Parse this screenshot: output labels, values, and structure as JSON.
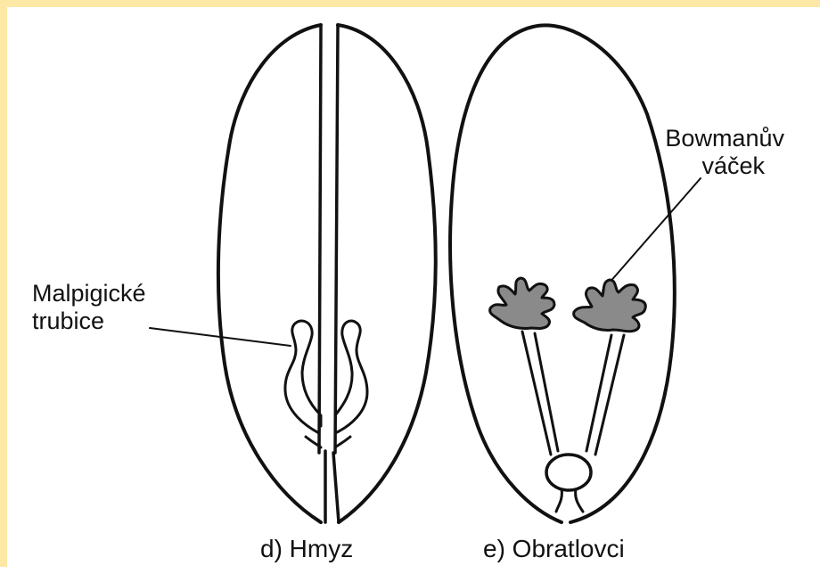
{
  "panels": [
    {
      "caption": "d) Hmyz",
      "label_lines": [
        "Malpigické",
        "trubice"
      ]
    },
    {
      "caption": "e) Obratlovci",
      "label_lines": [
        "Bowmanův",
        "váček"
      ]
    }
  ],
  "colors": {
    "frame": "#fde8a6",
    "ink": "#111111",
    "vesicle_fill": "#8a8a8a"
  }
}
